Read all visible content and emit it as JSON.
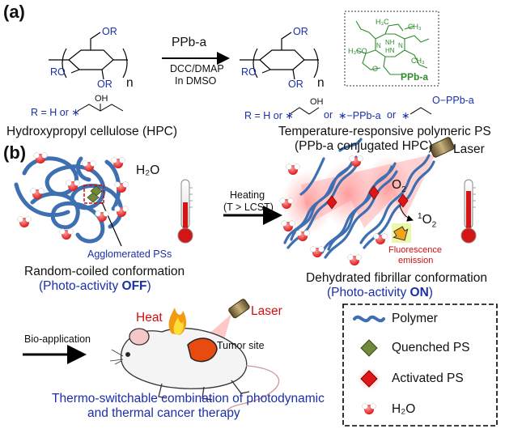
{
  "panel_a": {
    "label": "(a)",
    "reagent": "PPb-a",
    "conditions_1": "DCC/DMAP",
    "conditions_2": "In DMSO",
    "left_sub_n": "n",
    "right_sub_n": "n",
    "left_OR_top": "OR",
    "left_RO": "RO",
    "left_OR_bottom": "OR",
    "right_OR_top": "OR",
    "right_RO": "RO",
    "right_OR_bottom": "OR",
    "left_r_def": "R = H or ",
    "left_r_oh": "OH",
    "right_r_def": "R = H or ",
    "right_r_oh": "OH",
    "right_r_or1": "or",
    "right_r_ppba1": "PPb-a",
    "right_r_or2": "or",
    "right_r_ppba2": "O−PPb-a",
    "hpc_caption": "Hydroxypropyl cellulose (HPC)",
    "ps_caption_1": "Temperature-responsive polymeric PS",
    "ps_caption_2": "(PPb-a conjugated HPC)",
    "struct_label": "PPb-a",
    "struct_ho3co": "H₃CO",
    "struct_o": "O",
    "struct_ch3_1": "CH₃",
    "struct_ch3_2": "CH₃",
    "struct_h3c": "H₃C",
    "struct_nh": "NH",
    "struct_hn": "HN",
    "struct_n1": "N",
    "struct_n2": "N"
  },
  "panel_b": {
    "label": "(b)",
    "h2o": "H₂O",
    "agglomerated": "Agglomerated PSs",
    "heating_1": "Heating",
    "heating_2": "(T > LCST)",
    "left_caption_1": "Random-coiled conformation",
    "left_caption_2a": "(Photo-activity ",
    "left_caption_2b": "OFF",
    "left_caption_2c": ")",
    "laser": "Laser",
    "o2": "O",
    "o2_sub": "2",
    "singlet_sup": "1",
    "singlet": "O",
    "singlet_sub": "2",
    "fluorescence_1": "Fluorescence",
    "fluorescence_2": "emission",
    "right_caption_1": "Dehydrated fibrillar conformation",
    "right_caption_2a": "(Photo-activity ",
    "right_caption_2b": "ON",
    "right_caption_2c": ")"
  },
  "bio": {
    "arrow_label": "Bio-application",
    "heat": "Heat",
    "laser": "Laser",
    "tumor": "Tumor site",
    "caption_1": "Thermo-switchable combination of photodynamic",
    "caption_2": "and thermal cancer therapy"
  },
  "legend": {
    "items": [
      "Polymer",
      "Quenched PS",
      "Activated PS",
      "H₂O"
    ]
  },
  "colors": {
    "blue_text": "#1a2fa8",
    "polymer": "#3e6fb0",
    "quenched": "#6f8a3a",
    "activated": "#e01616",
    "structure": "#2e8b2e",
    "red_text": "#d01010"
  }
}
